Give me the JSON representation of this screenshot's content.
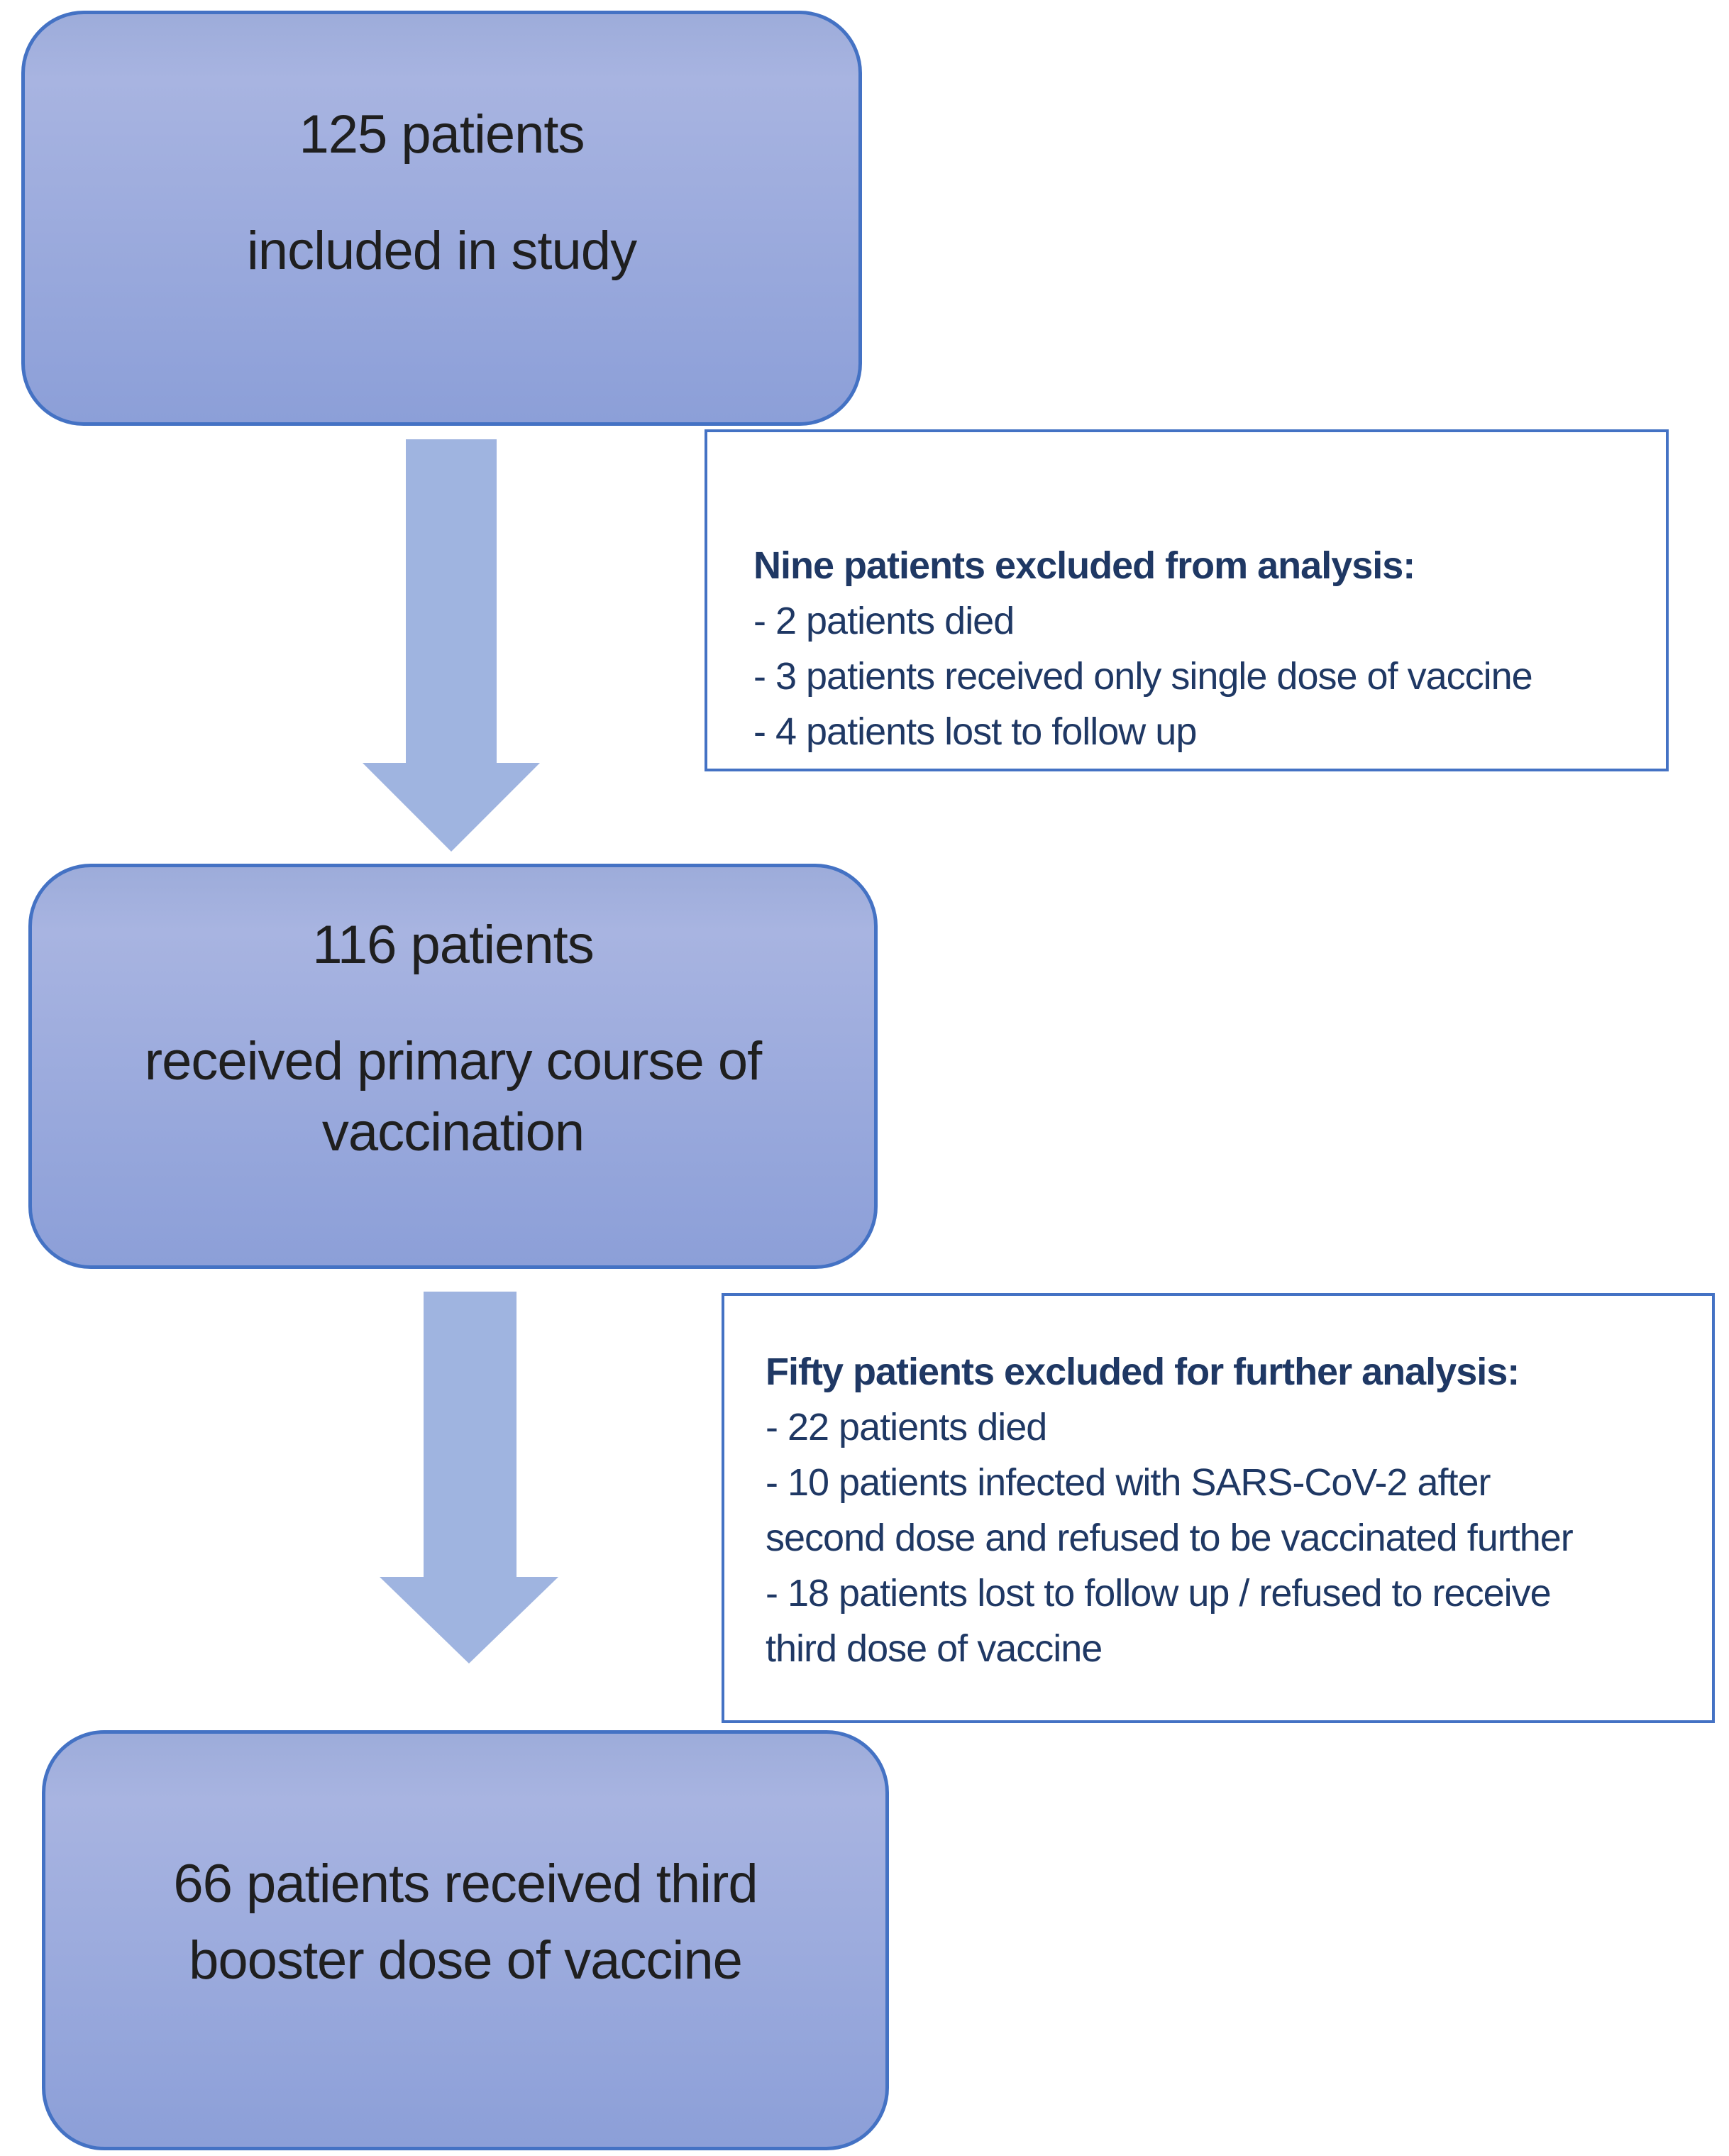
{
  "figure": {
    "type": "patient-flow-diagram",
    "colors": {
      "background": "#FFFFFF",
      "accent_border": "#4472C4",
      "box_fill_top": "#A8B4E1",
      "box_fill_bottom": "#8C9FD8",
      "arrow_fill": "#9FB4E0",
      "box_text": "#1F1F1F",
      "note_text": "#1F3864"
    },
    "icons": [
      {
        "name": "down-arrow-1",
        "glyph": "solid downward block arrow"
      },
      {
        "name": "down-arrow-2",
        "glyph": "solid downward block arrow"
      }
    ]
  },
  "flow": {
    "box1": {
      "line1": "125 patients",
      "line2": "included in study"
    },
    "exclusion1": {
      "heading": "Nine patients excluded from analysis:",
      "items": [
        "- 2 patients died",
        "- 3 patients received only single dose of vaccine",
        "- 4 patients lost to follow up"
      ]
    },
    "box2": {
      "line1": "116 patients",
      "line2": "received primary course of",
      "line3": "vaccination"
    },
    "exclusion2": {
      "heading": "Fifty patients excluded for further analysis:",
      "lines": [
        "- 22 patients died",
        "- 10 patients infected with SARS-CoV-2 after",
        "second dose and refused to be vaccinated further",
        "- 18 patients lost to follow up / refused to receive",
        "third dose of vaccine"
      ]
    },
    "box3": {
      "line1": "66 patients received third",
      "line2": "booster dose of vaccine"
    }
  }
}
